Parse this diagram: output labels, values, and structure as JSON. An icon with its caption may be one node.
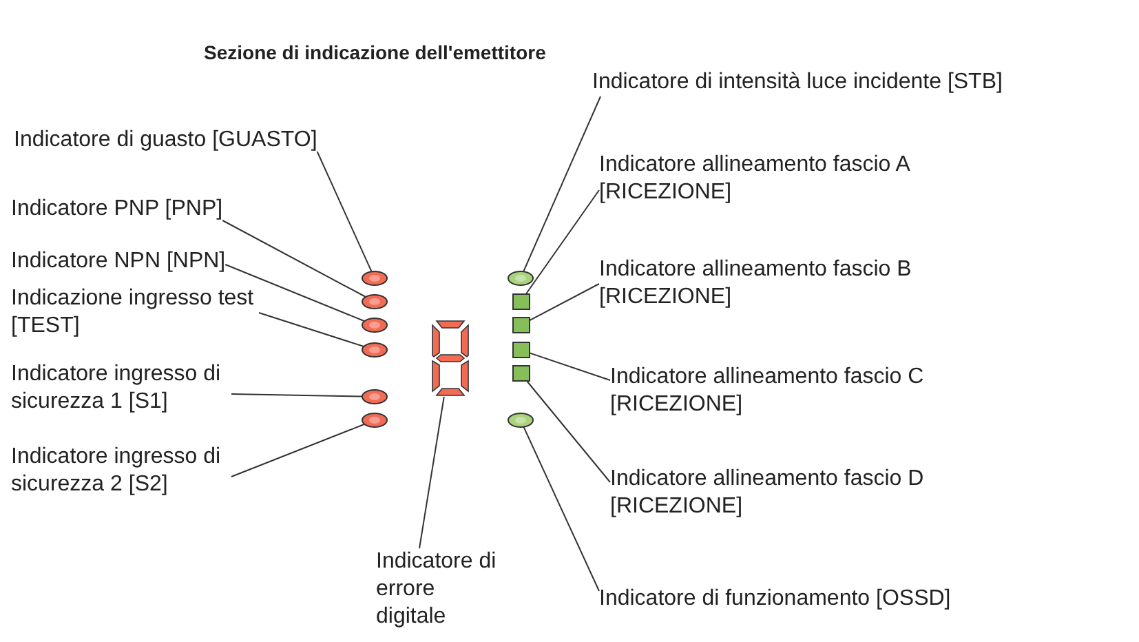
{
  "diagram": {
    "title": "Sezione di indicazione dell'emettitore",
    "nodes": [
      {
        "text": [
          "Indicatore di guasto [GUASTO]"
        ]
      },
      {
        "text": [
          "Indicatore PNP [PNP]"
        ]
      },
      {
        "text": [
          "Indicatore NPN [NPN]"
        ]
      },
      {
        "text": [
          "Indicazione ingresso test [TEST]"
        ]
      },
      {
        "text": [
          "Indicatore ingresso di sicurezza 1 [S1]"
        ]
      },
      {
        "text": [
          "Indicatore ingresso di sicurezza 2 [S2]"
        ]
      },
      {
        "text": [
          "Indicatore di errore digitale"
        ]
      },
      {
        "text": [
          "Indicatore di intensità luce incidente [STB]"
        ]
      },
      {
        "text": [
          "Indicatore allineamento fascio A [RICEZIONE]"
        ]
      },
      {
        "text": [
          "Indicatore allineamento fascio B [RICEZIONE]"
        ]
      },
      {
        "text": [
          "Indicatore allineamento fascio C [RICEZIONE]"
        ]
      },
      {
        "text": [
          "Indicatore allineamento fascio D [RICEZIONE]"
        ]
      },
      {
        "text": [
          "Indicatore di funzionamento [OSSD]"
        ]
      },
      {
        "text": [],
        "shape": "ellipse"
      },
      {
        "text": [],
        "shape": "ellipse"
      },
      {
        "text": [],
        "shape": "ellipse"
      },
      {
        "text": [],
        "shape": "ellipse"
      },
      {
        "text": [],
        "shape": "ellipse"
      },
      {
        "text": [],
        "shape": "ellipse"
      },
      {
        "text": [],
        "shape": "picture"
      },
      {
        "text": [],
        "shape": "ellipse"
      },
      {
        "text": [],
        "shape": "box"
      },
      {
        "text": [],
        "shape": "box"
      },
      {
        "text": [],
        "shape": "box"
      },
      {
        "text": [],
        "shape": "box"
      },
      {
        "text": [],
        "shape": "ellipse"
      }
    ],
    "edges": [
      {
        "from": 0,
        "to": 13,
        "arrow": "none"
      },
      {
        "from": 1,
        "to": 14,
        "arrow": "none"
      },
      {
        "from": 2,
        "to": 15,
        "arrow": "none"
      },
      {
        "from": 3,
        "to": 16,
        "arrow": "none"
      },
      {
        "from": 4,
        "to": 17,
        "arrow": "none"
      },
      {
        "from": 5,
        "to": 18,
        "arrow": "none"
      },
      {
        "from": 6,
        "to": 19,
        "arrow": "none"
      },
      {
        "from": 7,
        "to": 20,
        "arrow": "none"
      },
      {
        "from": 8,
        "to": 21,
        "arrow": "none"
      },
      {
        "from": 9,
        "to": 22,
        "arrow": "none"
      },
      {
        "from": 10,
        "to": 23,
        "arrow": "none"
      },
      {
        "from": 11,
        "to": 24,
        "arrow": "none"
      },
      {
        "from": 12,
        "to": 25,
        "arrow": "none"
      }
    ]
  }
}
